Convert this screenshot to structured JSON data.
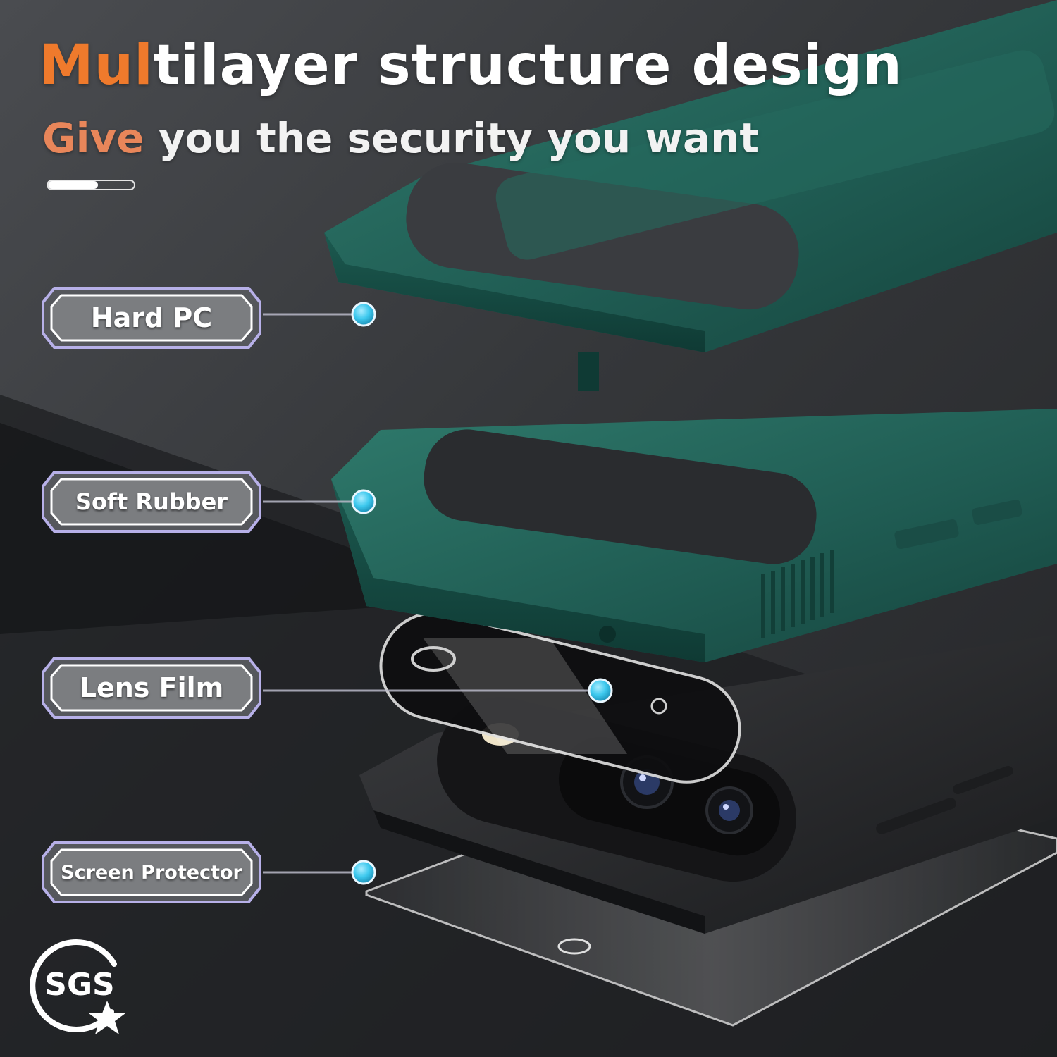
{
  "headline": {
    "title_accent": "Mul",
    "title_rest": "tilayer structure design",
    "subtitle_accent": "Give",
    "subtitle_rest": " you the security you want"
  },
  "progress_indicator": {
    "fill_fraction": 0.58
  },
  "layers": [
    {
      "label": "Hard PC"
    },
    {
      "label": "Soft Rubber"
    },
    {
      "label": "Lens Film"
    },
    {
      "label": "Screen Protector"
    }
  ],
  "badge": {
    "label": "SGS"
  },
  "colors": {
    "accent_orange": "#ef7a2c",
    "case_green": "#1f5b52",
    "case_green_light": "#2f7a6c",
    "connector_dot": "#3ec9ee",
    "label_gray": "#7b7d80",
    "background": "#2b2d30"
  }
}
